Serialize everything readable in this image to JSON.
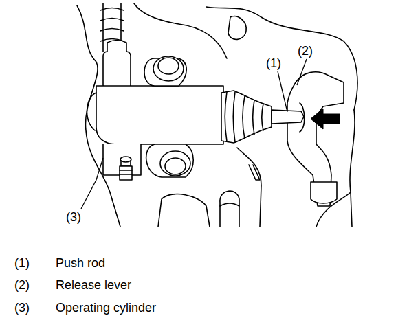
{
  "diagram": {
    "labels": [
      "(1)",
      "(2)",
      "(3)",
      "(1)",
      "Push rod",
      "(2)",
      "Release lever",
      "(3)",
      "Operating cylinder"
    ]
  }
}
